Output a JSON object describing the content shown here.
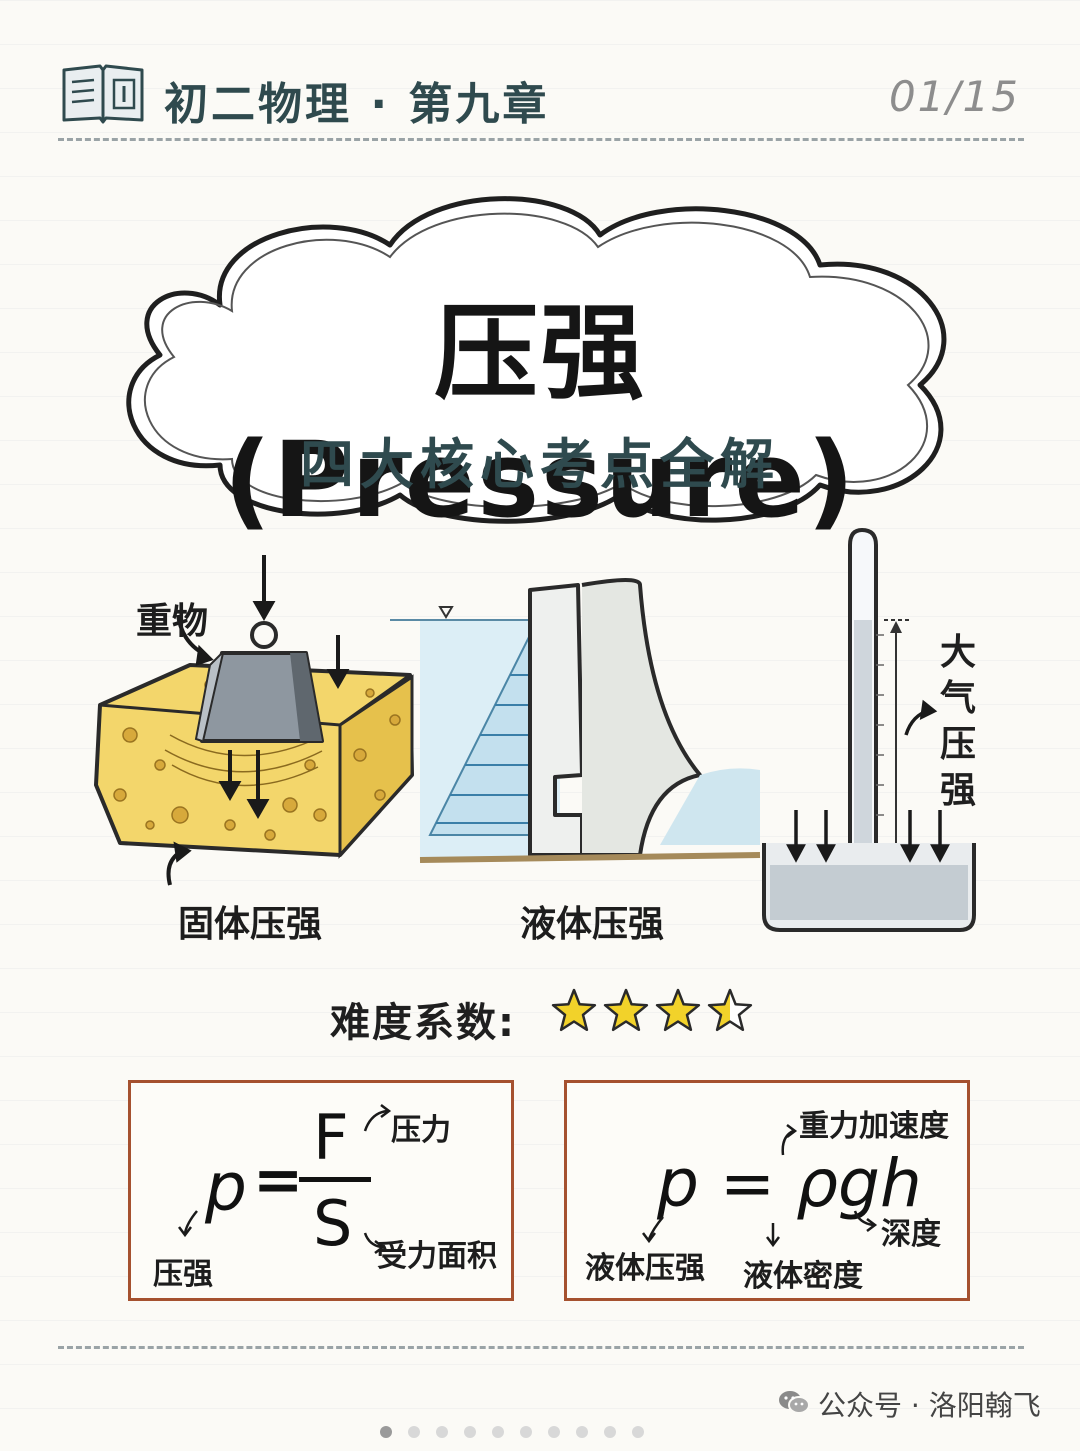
{
  "header": {
    "title": "初二物理 · 第九章",
    "page_num": "01/15",
    "icon": "book-icon"
  },
  "hero": {
    "title": "压强(Pressure)",
    "subtitle": "四大核心考点全解"
  },
  "illustrations": {
    "heavy_object_label": "重物",
    "solid_label": "固体压强",
    "liquid_label": "液体压强",
    "atmos_label": [
      "大",
      "气",
      "压",
      "强"
    ]
  },
  "difficulty": {
    "label": "难度系数:",
    "rating": 3.5,
    "max": 4
  },
  "formula1": {
    "p": "p",
    "eq": "=",
    "num": "F",
    "den": "S",
    "note_force": "压力",
    "note_area": "受力面积",
    "note_pressure": "压强"
  },
  "formula2": {
    "expr": "p = ρgh",
    "note_g": "重力加速度",
    "note_h": "深度",
    "note_p": "液体压强",
    "note_rho": "液体密度"
  },
  "footer": {
    "text": "公众号 · 洛阳翰飞",
    "icon": "wechat-icon"
  },
  "carousel": {
    "count": 10,
    "active": 0
  },
  "colors": {
    "accent_teal": "#2f4a4e",
    "box_border": "#a5512f",
    "star": "#f2d22a"
  }
}
